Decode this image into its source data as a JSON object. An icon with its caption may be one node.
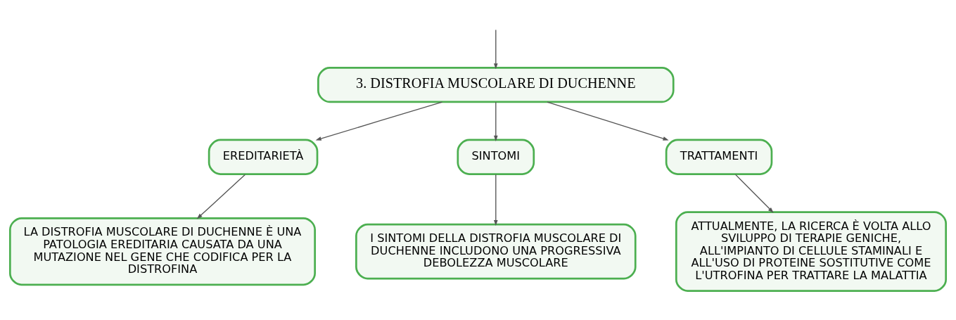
{
  "diagram": {
    "nodes": [
      {
        "text": [
          "3. DISTROFIA MUSCOLARE DI DUCHENNE"
        ]
      },
      {
        "text": [
          "EREDITARIETÀ"
        ]
      },
      {
        "text": [
          "SINTOMI"
        ]
      },
      {
        "text": [
          "TRATTAMENTI"
        ]
      },
      {
        "text": [
          "LA DISTROFIA MUSCOLARE DI DUCHENNE È UNA PATOLOGIA EREDITARIA CAUSATA DA UNA MUTAZIONE NEL GENE CHE CODIFICA PER LA DISTROFINA"
        ]
      },
      {
        "text": [
          "I SINTOMI DELLA DISTROFIA MUSCOLARE DI DUCHENNE INCLUDONO UNA PROGRESSIVA DEBOLEZZA MUSCOLARE"
        ]
      },
      {
        "text": [
          "ATTUALMENTE, LA RICERCA È VOLTA ALLO SVILUPPO DI TERAPIE GENICHE, ALL'IMPIANTO DI CELLULE STAMINALI E ALL'USO DI PROTEINE SOSTITUTIVE COME L'UTROFINA PER TRATTARE LA MALATTIA"
        ]
      }
    ],
    "edges": [
      {
        "from": null,
        "to": 0,
        "arrow": "to"
      },
      {
        "from": 0,
        "to": 1,
        "arrow": "to"
      },
      {
        "from": 0,
        "to": 2,
        "arrow": "to"
      },
      {
        "from": 0,
        "to": 3,
        "arrow": "to"
      },
      {
        "from": 1,
        "to": 4,
        "arrow": "to"
      },
      {
        "from": 2,
        "to": 5,
        "arrow": "to"
      },
      {
        "from": 3,
        "to": 6,
        "arrow": "to"
      }
    ]
  }
}
